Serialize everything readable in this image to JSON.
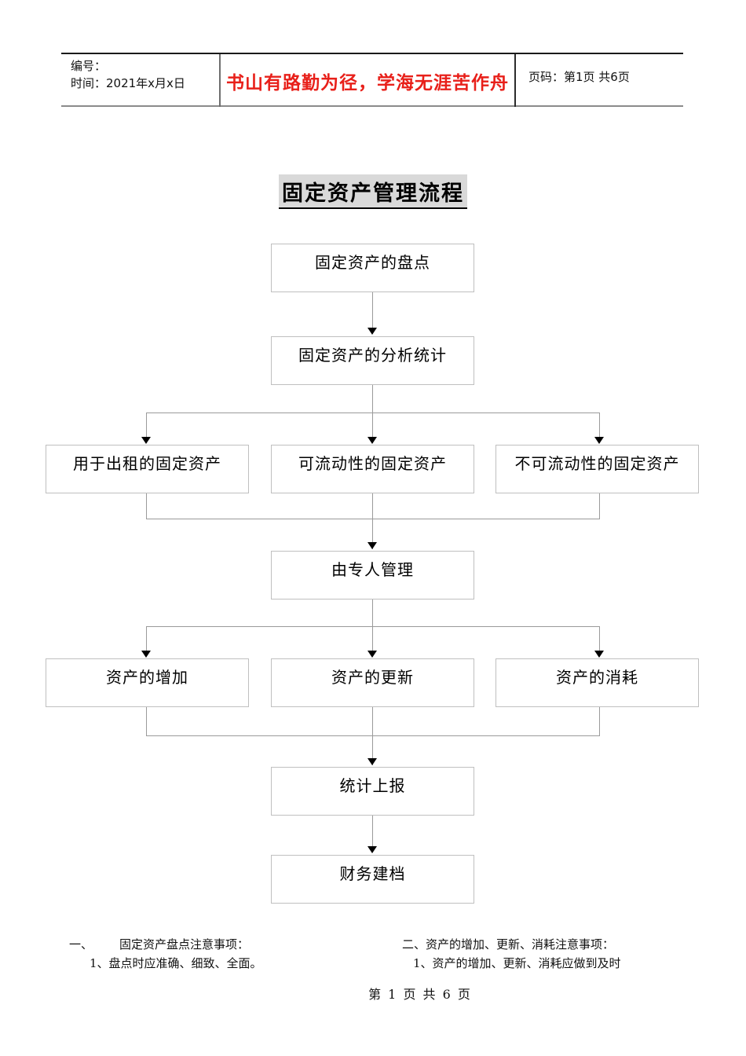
{
  "header": {
    "id_label": "编号：",
    "date_label": "时间：2021年x月x日",
    "motto": "书山有路勤为径，学海无涯苦作舟",
    "page_info": "页码：第1页 共6页"
  },
  "title": "固定资产管理流程",
  "flow": {
    "n1": "固定资产的盘点",
    "n2": "固定资产的分析统计",
    "n3a": "用于出租的固定资产",
    "n3b": "可流动性的固定资产",
    "n3c": "不可流动性的固定资产",
    "n4": "由专人管理",
    "n5a": "资产的增加",
    "n5b": "资产的更新",
    "n5c": "资产的消耗",
    "n6": "统计上报",
    "n7": "财务建档"
  },
  "notes": {
    "left_head_num": "一、",
    "left_head": "固定资产盘点注意事项：",
    "left_item1": "1、盘点时应准确、细致、全面。",
    "right_head": "二、资产的增加、更新、消耗注意事项：",
    "right_item1": "1、资产的增加、更新、消耗应做到及时"
  },
  "footer": "第 1 页 共 6 页",
  "colors": {
    "motto_red": "#e8201a",
    "box_border": "#bfbfbf",
    "connector": "#9a9a9a",
    "title_shade": "#d9d9d9"
  }
}
